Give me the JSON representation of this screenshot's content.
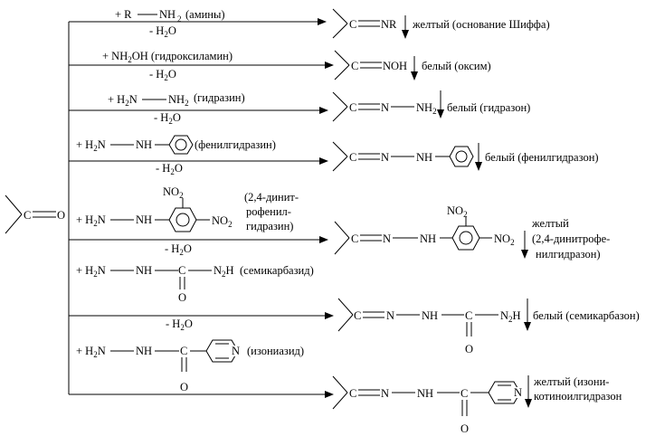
{
  "reactant": {
    "c": "C",
    "o": "O"
  },
  "common": {
    "minus_water": "- H",
    "water_sub": "2",
    "water_o": "O",
    "c": "C",
    "n": "N",
    "nh": "NH",
    "o": "O",
    "plus": "+"
  },
  "r1": {
    "r": "+ R",
    "nh": "NH",
    "sub": "2",
    "name": "(амины)",
    "prod_tail": "NR",
    "prod_note": "желтый (основание Шиффа)"
  },
  "r2": {
    "reagent": "+ NH",
    "sub": "2",
    "reagent_tail": "OH (гидроксиламин)",
    "prod_tail": "NOH",
    "prod_note": "белый (оксим)"
  },
  "r3": {
    "h": "+ H",
    "sub": "2",
    "n": "N",
    "nh": "NH",
    "name": "(гидразин)",
    "prod_nh": "NH",
    "prod_note": "белый (гидразон)"
  },
  "r4": {
    "h": "+ H",
    "sub": "2",
    "n": "N",
    "nh": "NH",
    "name": "(фенилгидразин)",
    "prod_note": "белый (фенилгидразон)"
  },
  "r5": {
    "h": "+ H",
    "sub": "2",
    "n": "N",
    "nh": "NH",
    "no": "NO",
    "no_sub": "2",
    "name_lines": [
      "(2,4-динит-",
      "рофенил-",
      "гидразин)"
    ],
    "prod_note_lines": [
      "желтый",
      "(2,4-динитрофе-",
      "нилгидразон)"
    ]
  },
  "r6": {
    "h": "+ H",
    "sub": "2",
    "n": "N",
    "nh": "NH",
    "nh2": "N",
    "nh2_sub": "2",
    "nh2_h": "H",
    "name": "(семикарбазид)",
    "prod_note": "белый (семикарбазон)"
  },
  "r7": {
    "h": "+ H",
    "sub": "2",
    "n": "N",
    "nh": "NH",
    "name": "(изониазид)",
    "ring_n": "N",
    "prod_note_lines": [
      "желтый (изони-",
      "котиноилгидразон"
    ]
  }
}
